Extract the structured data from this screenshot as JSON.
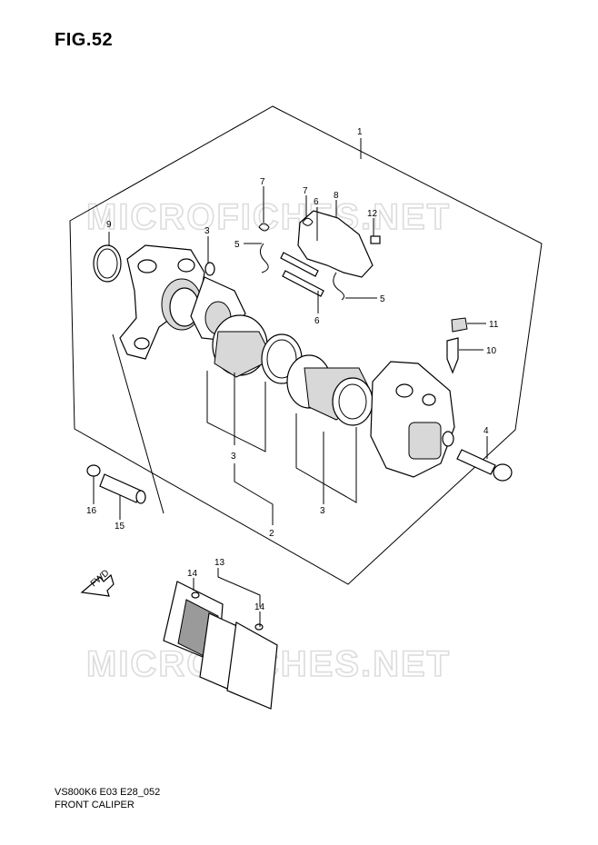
{
  "figure": {
    "title": "FIG.52"
  },
  "footer": {
    "code": "VS800K6 E03 E28_052",
    "name": "FRONT CALIPER"
  },
  "watermark": {
    "text": "MICROFICHES.NET"
  },
  "fwd_label": "FWD",
  "callouts": {
    "c1": "1",
    "c2": "2",
    "c3a": "3",
    "c3b": "3",
    "c3c": "3",
    "c4": "4",
    "c5a": "5",
    "c5b": "5",
    "c6a": "6",
    "c6b": "6",
    "c7a": "7",
    "c7b": "7",
    "c8": "8",
    "c9": "9",
    "c10": "10",
    "c11": "11",
    "c12": "12",
    "c13": "13",
    "c14a": "14",
    "c14b": "14",
    "c15": "15",
    "c16": "16"
  }
}
